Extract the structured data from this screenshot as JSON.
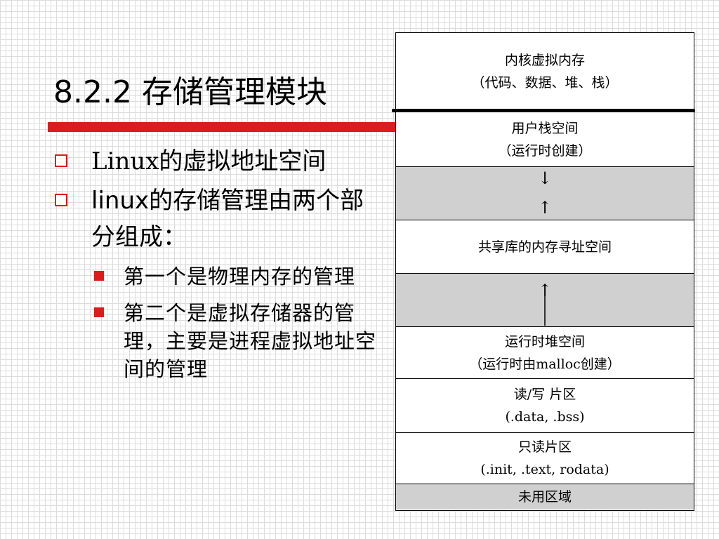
{
  "slide": {
    "title": "8.2.2 存储管理模块",
    "bullets": [
      {
        "text": "Linux的虚拟地址空间"
      },
      {
        "text": "linux的存储管理由两个部分组成："
      }
    ],
    "sub_bullets": [
      {
        "text": "第一个是物理内存的管理"
      },
      {
        "text": "第二个是虚拟存储器的管理，主要是进程虚拟地址空间的管理"
      }
    ]
  },
  "memory_map": {
    "segments": [
      {
        "line1": "内核虚拟内存",
        "line2": "（代码、数据、堆、栈）"
      },
      {
        "line1": "用户栈空间",
        "line2": "（运行时创建）"
      },
      {
        "arrow_down": "↓",
        "arrow_up": "↑"
      },
      {
        "line1": "共享库的内存寻址空间"
      },
      {
        "arrow_up": "↑"
      },
      {
        "line1": "运行时堆空间",
        "line2": "（运行时由malloc创建）"
      },
      {
        "line1": "读/写 片区",
        "line2": "(.data, .bss)"
      },
      {
        "line1": "只读片区",
        "line2": "(.init, .text, rodata)"
      },
      {
        "line1": "未用区域"
      }
    ]
  },
  "colors": {
    "accent": "#dc1c1c",
    "gray_region": "#d0d0d0"
  }
}
